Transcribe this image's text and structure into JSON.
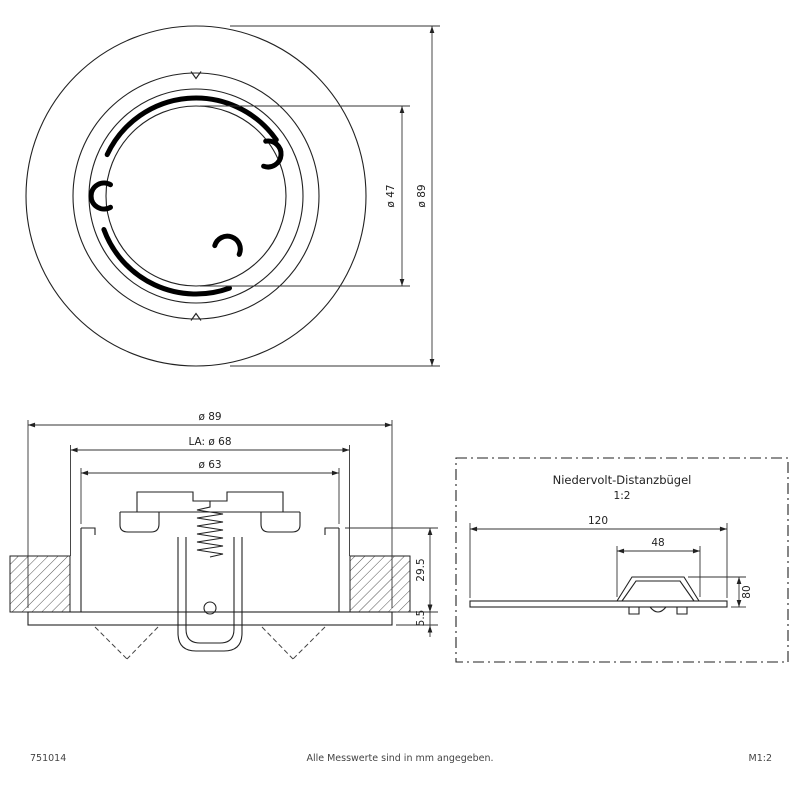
{
  "top_view": {
    "dim_inner_diameter": "ø 47",
    "dim_outer_diameter": "ø 89"
  },
  "section_view": {
    "dim_outer_diameter": "ø 89",
    "dim_installation_opening": "LA: ø 68",
    "dim_cutout_diameter": "ø 63",
    "dim_recess_depth": "29.5",
    "dim_flange_height": "5.5"
  },
  "bracket_panel": {
    "title": "Niedervolt-Distanzbügel",
    "scale": "1:2",
    "dim_length": "120",
    "dim_width": "48",
    "dim_height": "80"
  },
  "footer": {
    "article_number": "751014",
    "note": "Alle Messwerte sind in mm angegeben.",
    "scale": "M1:2"
  }
}
